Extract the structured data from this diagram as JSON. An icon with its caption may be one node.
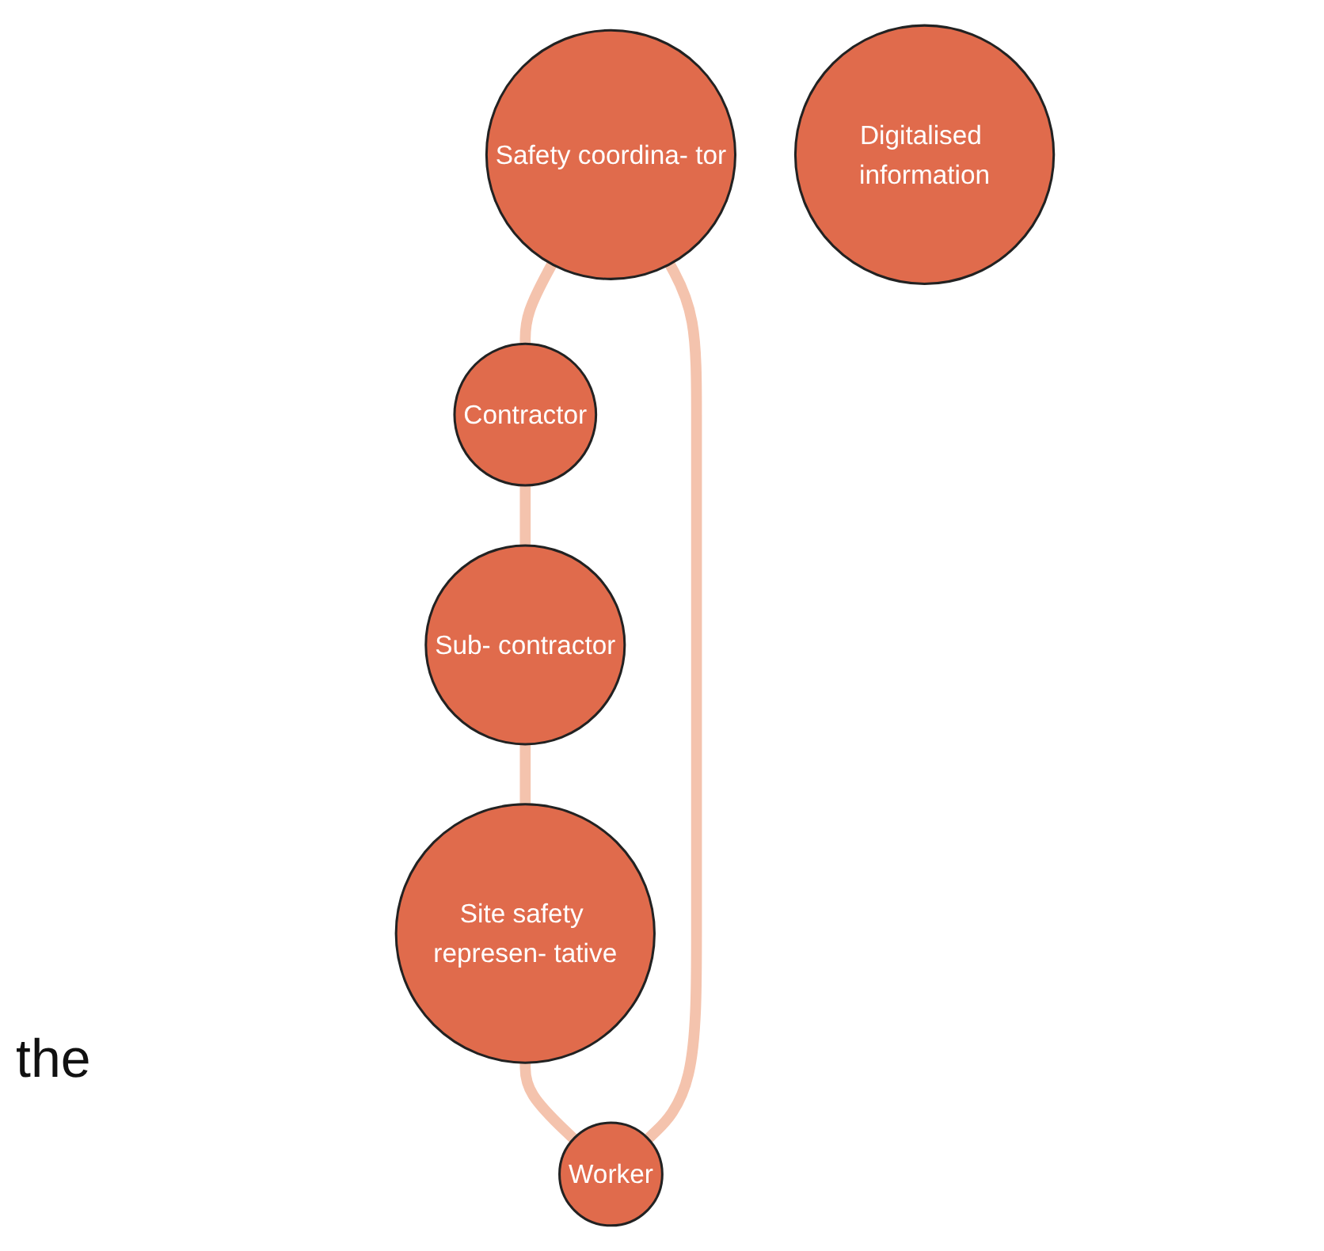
{
  "diagram": {
    "nodes": [
      {
        "text": [
          "Safety coordina- tor"
        ]
      },
      {
        "text": [
          "Contractor"
        ]
      },
      {
        "text": [
          "Sub- contractor"
        ]
      },
      {
        "text": [
          "Site safety represen- tative"
        ]
      },
      {
        "text": [
          "Worker"
        ]
      },
      {
        "text": [
          "Digitalised information"
        ]
      }
    ],
    "edges": [
      {
        "from": 0,
        "to": 1,
        "arrow": "none"
      },
      {
        "from": 1,
        "to": 2,
        "arrow": "none"
      },
      {
        "from": 2,
        "to": 3,
        "arrow": "none"
      },
      {
        "from": 3,
        "to": 4,
        "arrow": "none"
      },
      {
        "from": 4,
        "to": 0,
        "arrow": "none"
      }
    ],
    "labels": [
      "the"
    ]
  }
}
